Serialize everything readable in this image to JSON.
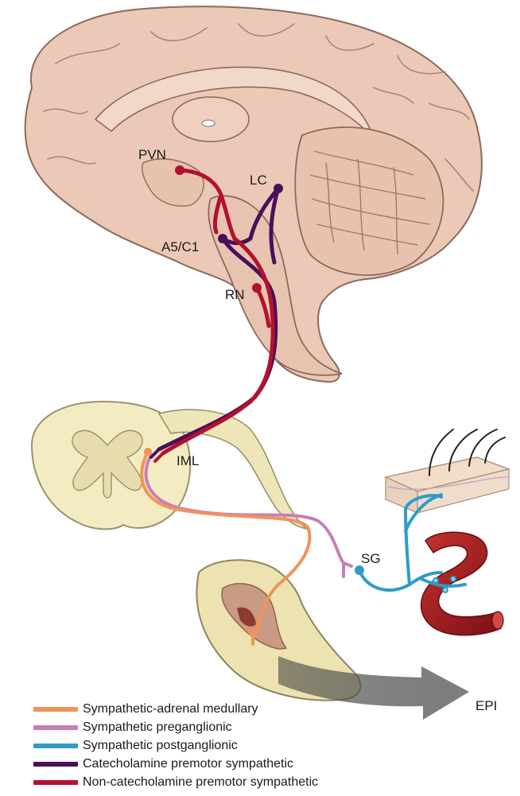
{
  "labels": {
    "pvn": "PVN",
    "lc": "LC",
    "a5c1": "A5/C1",
    "rn": "RN",
    "iml": "IML",
    "sg": "SG",
    "epi": "EPI"
  },
  "colors": {
    "sympathetic_adrenal_medullary": "#f0945a",
    "sympathetic_preganglionic": "#c77fb3",
    "sympathetic_postganglionic": "#2e9cc7",
    "catecholamine_premotor": "#4a0f5a",
    "non_catecholamine_premotor": "#b3112e",
    "brain": "#ecc9b6",
    "brain_outline": "#8a6a5c",
    "spinal_cord": "#f3ecc3",
    "adrenal": "#ece3b0",
    "vessel": "#a3171d",
    "arrow": "#6b6b6b"
  },
  "legend": [
    {
      "label": "Sympathetic-adrenal medullary",
      "color": "#f0945a"
    },
    {
      "label": "Sympathetic preganglionic",
      "color": "#c77fb3"
    },
    {
      "label": "Sympathetic postganglionic",
      "color": "#2e9cc7"
    },
    {
      "label": "Catecholamine premotor sympathetic",
      "color": "#4a0f5a"
    },
    {
      "label": "Non-catecholamine premotor sympathetic",
      "color": "#b3112e"
    }
  ]
}
